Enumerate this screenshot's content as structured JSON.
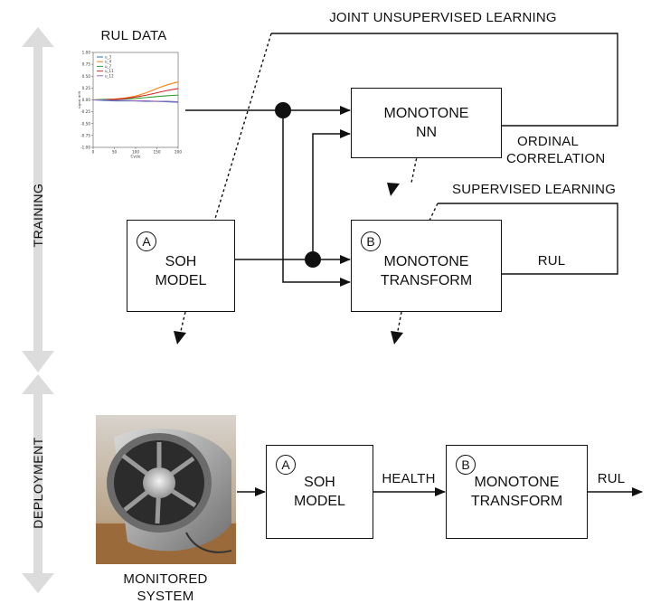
{
  "training_label": "TRAINING",
  "deployment_label": "DEPLOYMENT",
  "rul_data_title": "RUL DATA",
  "joint_label": "JOINT UNSUPERVISED LEARNING",
  "supervised_label": "SUPERVISED LEARNING",
  "ordinal_label": [
    "ORDINAL",
    "CORRELATION"
  ],
  "rul_out_training": "RUL",
  "health_label": "HEALTH",
  "rul_out_deploy": "RUL",
  "monitored_label": [
    "MONITORED",
    "SYSTEM"
  ],
  "blocks": {
    "soh_training": {
      "marker": "A",
      "lines": [
        "SOH",
        "MODEL"
      ]
    },
    "monotone_nn": {
      "lines": [
        "MONOTONE",
        "NN"
      ]
    },
    "monotone_transform_training": {
      "marker": "B",
      "lines": [
        "MONOTONE",
        "TRANSFORM"
      ]
    },
    "soh_deploy": {
      "marker": "A",
      "lines": [
        "SOH",
        "MODEL"
      ]
    },
    "monotone_transform_deploy": {
      "marker": "B",
      "lines": [
        "MONOTONE",
        "TRANSFORM"
      ]
    }
  },
  "colors": {
    "line": "#111111",
    "spine": "#dcdcdc"
  },
  "chart_data": {
    "type": "line",
    "title": "",
    "xlabel": "Cycle",
    "ylabel": "signal drift",
    "xlim": [
      0,
      200
    ],
    "ylim": [
      -1.0,
      1.0
    ],
    "x_ticks": [
      "0",
      "50",
      "100",
      "150",
      "200"
    ],
    "y_ticks": [
      "1.00",
      "0.75",
      "0.50",
      "0.25",
      "0.00",
      "-0.25",
      "-0.50",
      "-0.75",
      "-1.00"
    ],
    "x": [
      0,
      25,
      50,
      75,
      100,
      125,
      150,
      175,
      200
    ],
    "series": [
      {
        "name": "u_3",
        "color": "#1f77b4",
        "values": [
          0.0,
          -0.01,
          -0.02,
          -0.02,
          -0.02,
          -0.03,
          -0.03,
          -0.04,
          -0.05
        ]
      },
      {
        "name": "u_4",
        "color": "#ff7f0e",
        "values": [
          0.0,
          0.01,
          0.02,
          0.04,
          0.08,
          0.15,
          0.24,
          0.32,
          0.38
        ]
      },
      {
        "name": "u_7",
        "color": "#2ca02c",
        "values": [
          0.0,
          0.01,
          0.01,
          0.02,
          0.03,
          0.05,
          0.07,
          0.09,
          0.1
        ]
      },
      {
        "name": "u_11",
        "color": "#d62728",
        "values": [
          0.0,
          0.0,
          0.01,
          0.03,
          0.06,
          0.1,
          0.15,
          0.2,
          0.24
        ]
      },
      {
        "name": "u_12",
        "color": "#9467bd",
        "values": [
          0.0,
          0.0,
          -0.01,
          -0.01,
          -0.02,
          -0.02,
          -0.03,
          -0.03,
          -0.04
        ]
      }
    ]
  }
}
